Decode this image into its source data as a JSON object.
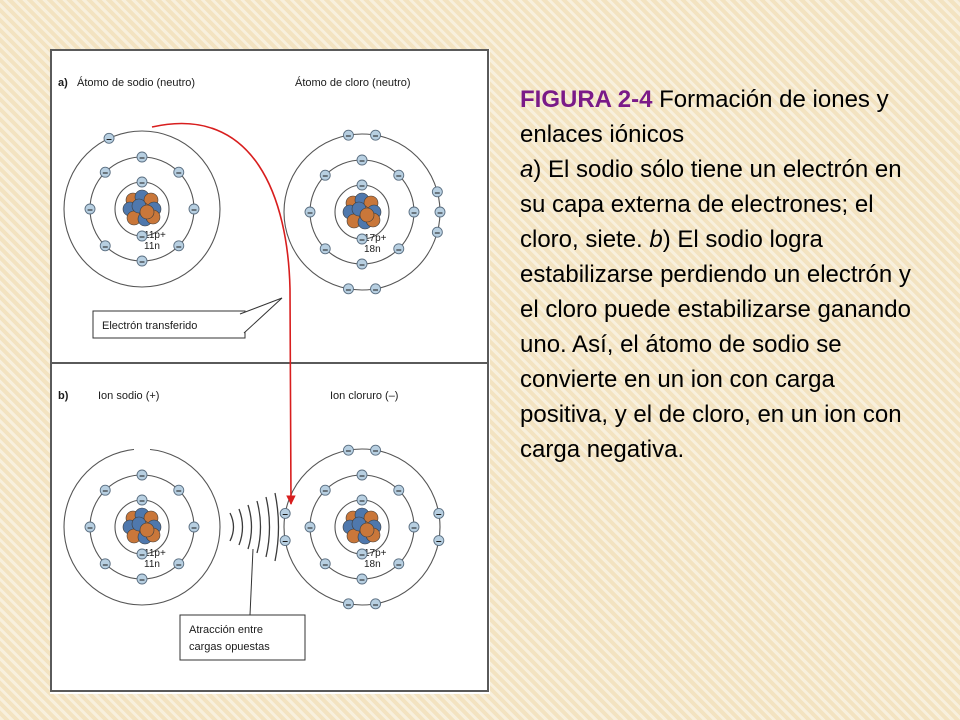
{
  "caption": {
    "fig_label": "FIGURA 2-4",
    "title": " Formación de iones y enlaces iónicos",
    "part_a_letter": "a",
    "part_a_text": ") El sodio sólo tiene un electrón en su capa externa de electrones; el cloro, siete. ",
    "part_b_letter": "b",
    "part_b_text": ") El sodio logra estabilizarse perdiendo un electrón y el cloro puede estabilizarse ganando uno. Así, el átomo de sodio se convierte en un ion con carga positiva, y el de cloro, en un ion con carga negativa."
  },
  "figure": {
    "panel_a": {
      "letter": "a)",
      "sodium_title": "Átomo de sodio (neutro)",
      "chlorine_title": "Átomo de cloro (neutro)",
      "transfer_label": "Electrón transferido"
    },
    "panel_b": {
      "letter": "b)",
      "sodium_title": "Ion sodio (+)",
      "chlorine_title": "Ion cloruro (–)",
      "attraction_label_line1": "Atracción entre",
      "attraction_label_line2": "cargas opuestas"
    },
    "sodium_nucleus": {
      "protons": "11p",
      "neutrons": "11n",
      "charge": "+"
    },
    "chlorine_nucleus": {
      "protons": "17p",
      "neutrons": "18n",
      "charge": "+"
    },
    "electron_symbol": "–",
    "atoms": [
      {
        "id": "na-a",
        "shell_electrons": [
          2,
          8,
          1
        ]
      },
      {
        "id": "cl-a",
        "shell_electrons": [
          2,
          8,
          7
        ]
      },
      {
        "id": "na-b",
        "shell_electrons": [
          2,
          8,
          0
        ]
      },
      {
        "id": "cl-b",
        "shell_electrons": [
          2,
          8,
          8
        ]
      }
    ],
    "colors": {
      "shell": "#555555",
      "electron_fill": "#b7cfe1",
      "electron_stroke": "#5b6f82",
      "proton": "#4f78ad",
      "neutron": "#c9773a",
      "transfer_arrow": "#d81e1e"
    }
  }
}
